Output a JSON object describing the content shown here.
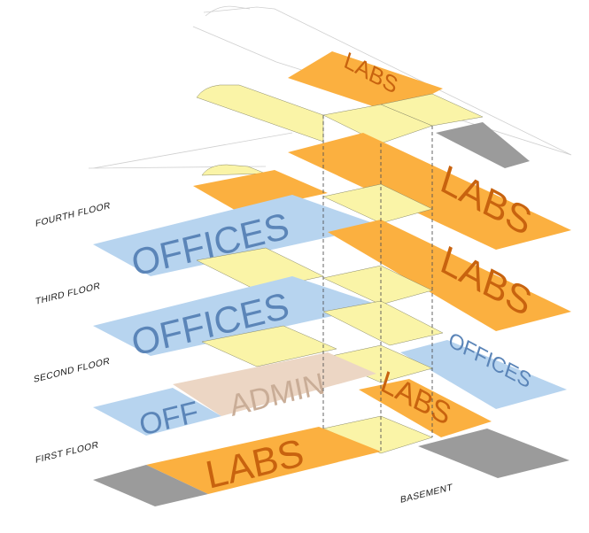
{
  "floors": {
    "fourth": "FOURTH FLOOR",
    "third": "THIRD FLOOR",
    "second": "SECOND FLOOR",
    "first": "FIRST FLOOR",
    "basement": "BASEMENT"
  },
  "zones": {
    "labs": "LABS",
    "offices": "OFFICES",
    "admin": "ADMIN",
    "offices_cut": "OFF"
  },
  "colors": {
    "labs": "#fbb040",
    "labs_text": "#c8630f",
    "offices": "#b7d4ef",
    "offices_text": "#5b85b8",
    "admin": "#ecd6c4",
    "admin_text": "#c9ad97",
    "core": "#faf4a7",
    "service": "#9b9b9b"
  }
}
